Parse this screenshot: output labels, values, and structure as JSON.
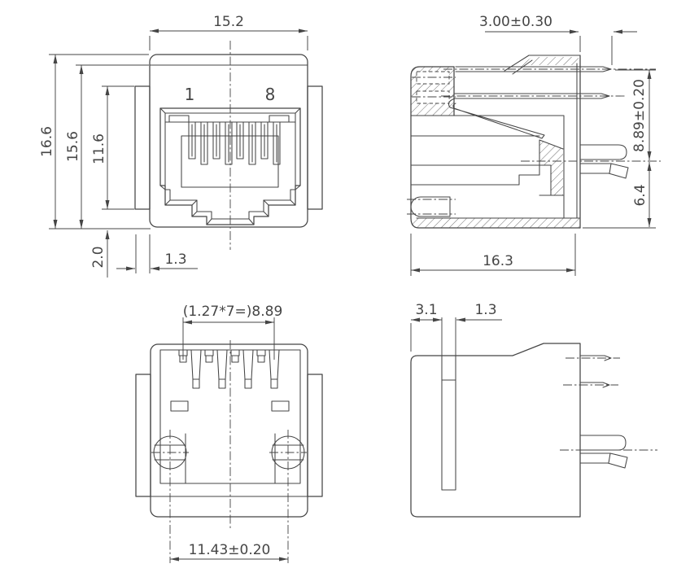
{
  "document": {
    "title": "RJ45 modular jack engineering drawing",
    "background": "#ffffff",
    "line_color": "#454545"
  },
  "views": {
    "front": {
      "label_pin1": "1",
      "label_pin8": "8",
      "dims": {
        "width": "15.2",
        "overall_height": "16.6",
        "body_height": "15.6",
        "flange_height": "11.6",
        "bottom_offset": "2.0",
        "flange_setback": "1.3"
      }
    },
    "section": {
      "dims": {
        "pin_tail": "3.00±0.30",
        "pin_to_peg": "8.89±0.20",
        "peg_to_bottom": "6.4",
        "depth": "16.3"
      }
    },
    "bottom": {
      "dims": {
        "contact_span": "(1.27*7=)8.89",
        "peg_span": "11.43±0.20"
      }
    },
    "side": {
      "dims": {
        "slot_offset": "3.1",
        "slot_width": "1.3"
      }
    }
  }
}
